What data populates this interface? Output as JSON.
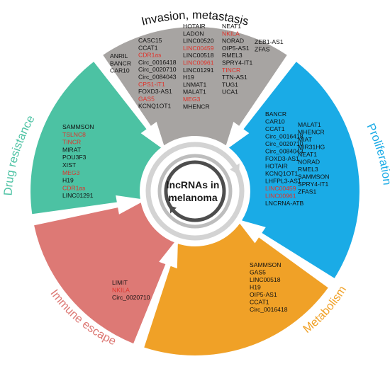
{
  "center_label": [
    "lncRNAs in",
    "melanoma"
  ],
  "colors": {
    "invasion": "#a7a4a2",
    "proliferation": "#1aabe6",
    "metabolism": "#f0a127",
    "immune": "#dd7975",
    "drug": "#4cc2a3",
    "highlight": "#e0322a",
    "text": "#111111"
  },
  "sectors": {
    "invasion": {
      "title": "Invasion, metastasis",
      "columns": [
        [
          "ANRIL",
          "BANCR",
          "CAR10"
        ],
        [
          "CASC15",
          "CCAT1",
          "CDR1as",
          "Circ_0016418",
          "Circ_0020710",
          "Circ_0084043",
          "CPS1-IT1",
          "FOXD3-AS1",
          "GAS5",
          "KCNQ1OT1"
        ],
        [
          "HOTAIR",
          "LADON",
          "LINC00520",
          "LINC00459",
          "LINC00518",
          "LINC00961",
          "LINC01291",
          "H19",
          "LNMAT1",
          "MALAT1",
          "MEG3",
          "MHENCR"
        ],
        [
          "NEAT1",
          "NKILA",
          "NORAD",
          "OIP5-AS1",
          "RMEL3",
          "SPRY4-IT1",
          "TINCR",
          "TTN-AS1",
          "TUG1",
          "UCA1"
        ],
        [
          "ZEB1-AS1",
          "ZFAS"
        ]
      ],
      "highlighted": [
        "CDR1as",
        "CPS1-IT1",
        "GAS5",
        "LINC00459",
        "LINC00961",
        "MEG3",
        "NKILA",
        "TINCR"
      ]
    },
    "proliferation": {
      "title": "Proliferation",
      "columns": [
        [
          "BANCR",
          "CAR10",
          "CCAT1",
          "Circ_0016418",
          "Circ_0020710",
          "Circ_0084043",
          "FOXD3-AS1",
          "HOTAIR",
          "KCNQ1OT1",
          "LHFPL3-AS1",
          "LINC00459",
          "LINC00961",
          "LNCRNA-ATB"
        ],
        [
          "MALAT1",
          "MHENCR",
          "MIAT",
          "MIR31HG",
          "NEAT1",
          "NORAD",
          "RMEL3",
          "SAMMSON",
          "SPRY4-IT1",
          "ZFAS1"
        ]
      ],
      "highlighted": [
        "LINC00459",
        "LINC00961"
      ]
    },
    "metabolism": {
      "title": "Metabolism",
      "columns": [
        [
          "SAMMSON",
          "GAS5",
          "LINC00518",
          "H19",
          "OIP5-AS1",
          "CCAT1",
          "Circ_0016418"
        ]
      ],
      "highlighted": []
    },
    "immune": {
      "title": "Immune escape",
      "columns": [
        [
          "LIMIT",
          "NKILA",
          "Circ_0020710"
        ]
      ],
      "highlighted": [
        "NKILA"
      ]
    },
    "drug": {
      "title": "Drug resistance",
      "columns": [
        [
          "SAMMSON",
          "TSLNC8",
          "TINCR",
          "MIRAT",
          "POU3F3",
          "XIST",
          "MEG3",
          "H19",
          "CDR1as",
          "LINC01291"
        ]
      ],
      "highlighted": [
        "TSLNC8",
        "TINCR",
        "MEG3",
        "CDR1as"
      ]
    }
  }
}
